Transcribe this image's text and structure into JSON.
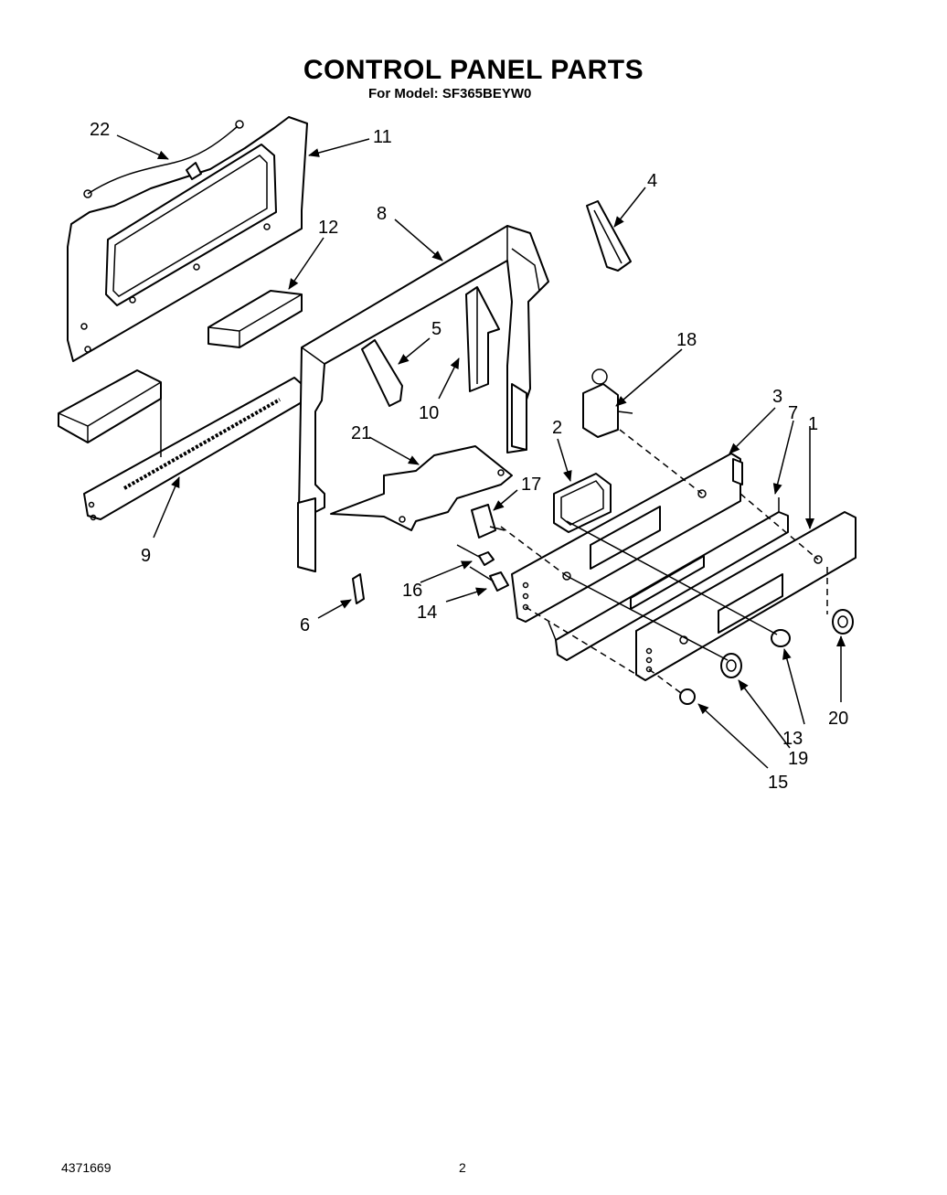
{
  "title": "CONTROL PANEL PARTS",
  "subtitle": "For Model: SF365BEYW0",
  "footer": {
    "doc_number": "4371669",
    "page_number": "2"
  },
  "part_labels": {
    "p1": "1",
    "p2": "2",
    "p3": "3",
    "p4": "4",
    "p5": "5",
    "p6": "6",
    "p7": "7",
    "p8": "8",
    "p9": "9",
    "p10": "10",
    "p11": "11",
    "p12": "12",
    "p13": "13",
    "p14": "14",
    "p15": "15",
    "p16": "16",
    "p17": "17",
    "p18": "18",
    "p19": "19",
    "p20": "20",
    "p21": "21",
    "p22": "22"
  }
}
